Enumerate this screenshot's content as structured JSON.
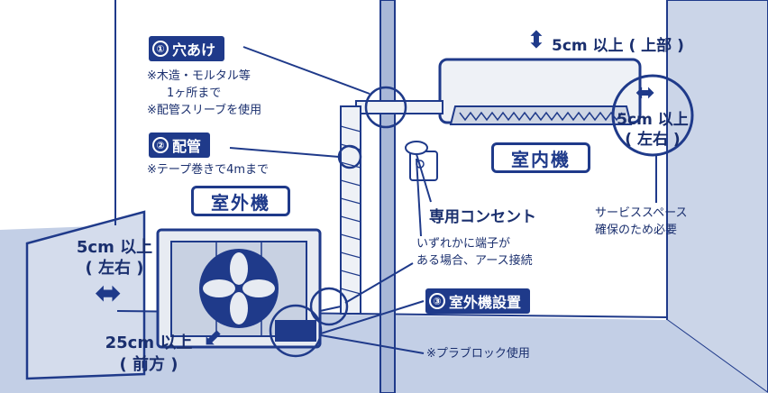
{
  "labels": {
    "step1_number": "①",
    "step1_title": "穴あけ",
    "step1_note_line1": "※木造・モルタル等",
    "step1_note_line2": "1ヶ所まで",
    "step1_note_line3": "※配管スリーブを使用",
    "step2_number": "②",
    "step2_title": "配管",
    "step2_note": "※テープ巻きで4mまで",
    "step3_number": "③",
    "step3_title": "室外機設置",
    "step3_note": "※プラブロック使用",
    "outdoor_unit": "室外機",
    "indoor_unit": "室内機",
    "outlet": "専用コンセント",
    "ground_note_line1": "いずれかに端子が",
    "ground_note_line2": "ある場合、アース接続",
    "top_clearance": "5cm 以上 ( 上部 )",
    "indoor_side_line1": "5cm 以上",
    "indoor_side_line2": "( 左右 )",
    "service_line1": "サービススペース",
    "service_line2": "確保のため必要",
    "outdoor_side_line1": "5cm 以上",
    "outdoor_side_line2": "( 左右 )",
    "front_line1": "25cm 以上",
    "front_line2": "( 前方 )"
  },
  "icons": {
    "vertical_arrow": "up-down-arrow-icon",
    "horizontal_arrow": "left-right-arrow-icon",
    "diagonal_arrow": "diagonal-arrow-icon"
  },
  "colors": {
    "navy": "#1f3a8a",
    "wall_blue": "#d4dcec",
    "floor_blue": "#c3cfe6",
    "unit_gray": "#dfe3ea"
  }
}
